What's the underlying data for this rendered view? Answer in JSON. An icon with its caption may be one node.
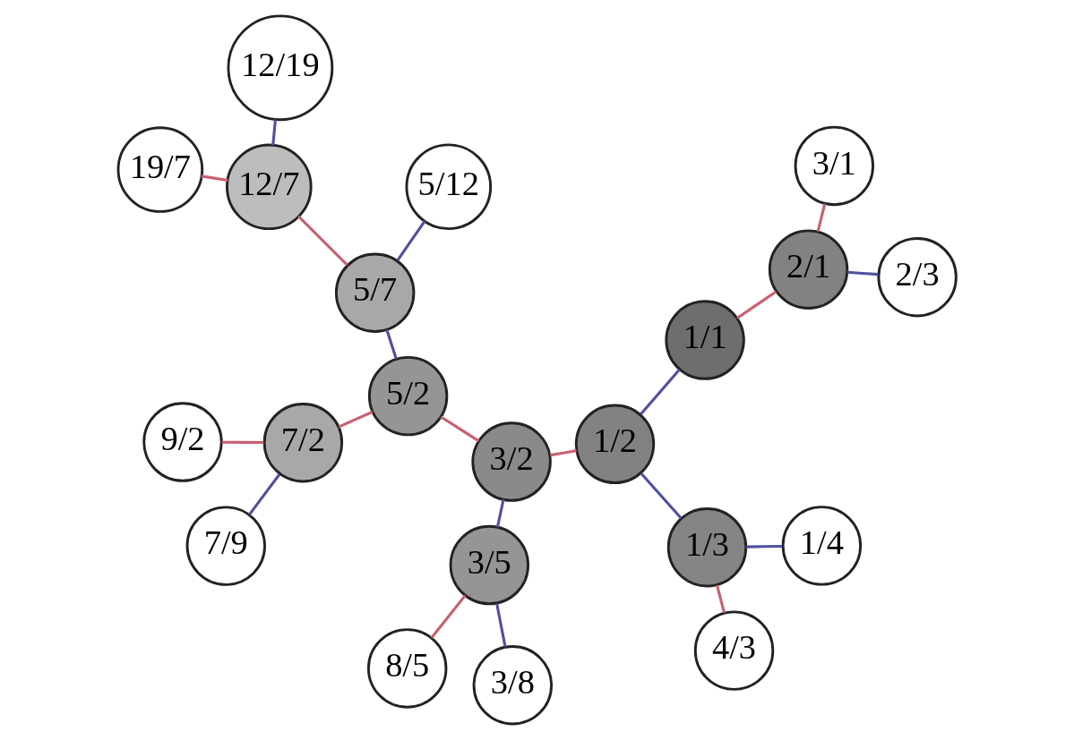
{
  "diagram": {
    "nodes": [
      {
        "text": [
          "12/19"
        ]
      },
      {
        "text": [
          "19/7"
        ]
      },
      {
        "text": [
          "12/7"
        ]
      },
      {
        "text": [
          "5/12"
        ]
      },
      {
        "text": [
          "7/9"
        ]
      },
      {
        "text": [
          "5/7"
        ]
      },
      {
        "text": [
          "2/3"
        ]
      },
      {
        "text": [
          "7/2"
        ]
      },
      {
        "text": [
          "9/2"
        ]
      },
      {
        "text": [
          "3/1"
        ]
      },
      {
        "text": [
          "5/2"
        ]
      },
      {
        "text": [
          "2/1"
        ]
      },
      {
        "text": [
          "3/8"
        ]
      },
      {
        "text": [
          "3/2"
        ]
      },
      {
        "text": [
          "1/2"
        ]
      },
      {
        "text": [
          "1/1"
        ]
      },
      {
        "text": [
          "8/5"
        ]
      },
      {
        "text": [
          "3/5"
        ]
      },
      {
        "text": [
          "1/3"
        ]
      },
      {
        "text": [
          "4/3"
        ]
      },
      {
        "text": [
          "1/4"
        ]
      }
    ],
    "edges": [
      {
        "from": 15,
        "to": 14,
        "arrow": "none",
        "color": "#5050a0"
      },
      {
        "from": 15,
        "to": 11,
        "arrow": "none",
        "color": "#c86070"
      },
      {
        "from": 11,
        "to": 6,
        "arrow": "none",
        "color": "#5050a0"
      },
      {
        "from": 11,
        "to": 9,
        "arrow": "none",
        "color": "#c86070"
      },
      {
        "from": 14,
        "to": 18,
        "arrow": "none",
        "color": "#5050a0"
      },
      {
        "from": 14,
        "to": 13,
        "arrow": "none",
        "color": "#c86070"
      },
      {
        "from": 18,
        "to": 20,
        "arrow": "none",
        "color": "#5050a0"
      },
      {
        "from": 18,
        "to": 19,
        "arrow": "none",
        "color": "#c86070"
      },
      {
        "from": 13,
        "to": 17,
        "arrow": "none",
        "color": "#5050a0"
      },
      {
        "from": 13,
        "to": 10,
        "arrow": "none",
        "color": "#c86070"
      },
      {
        "from": 17,
        "to": 12,
        "arrow": "none",
        "color": "#5050a0"
      },
      {
        "from": 17,
        "to": 16,
        "arrow": "none",
        "color": "#c86070"
      },
      {
        "from": 10,
        "to": 5,
        "arrow": "none",
        "color": "#5050a0"
      },
      {
        "from": 10,
        "to": 7,
        "arrow": "none",
        "color": "#c86070"
      },
      {
        "from": 7,
        "to": 4,
        "arrow": "none",
        "color": "#5050a0"
      },
      {
        "from": 7,
        "to": 8,
        "arrow": "none",
        "color": "#c86070"
      },
      {
        "from": 5,
        "to": 3,
        "arrow": "none",
        "color": "#5050a0"
      },
      {
        "from": 5,
        "to": 2,
        "arrow": "none",
        "color": "#c86070"
      },
      {
        "from": 2,
        "to": 0,
        "arrow": "none",
        "color": "#5050a0"
      },
      {
        "from": 2,
        "to": 1,
        "arrow": "none",
        "color": "#c86070"
      }
    ]
  }
}
